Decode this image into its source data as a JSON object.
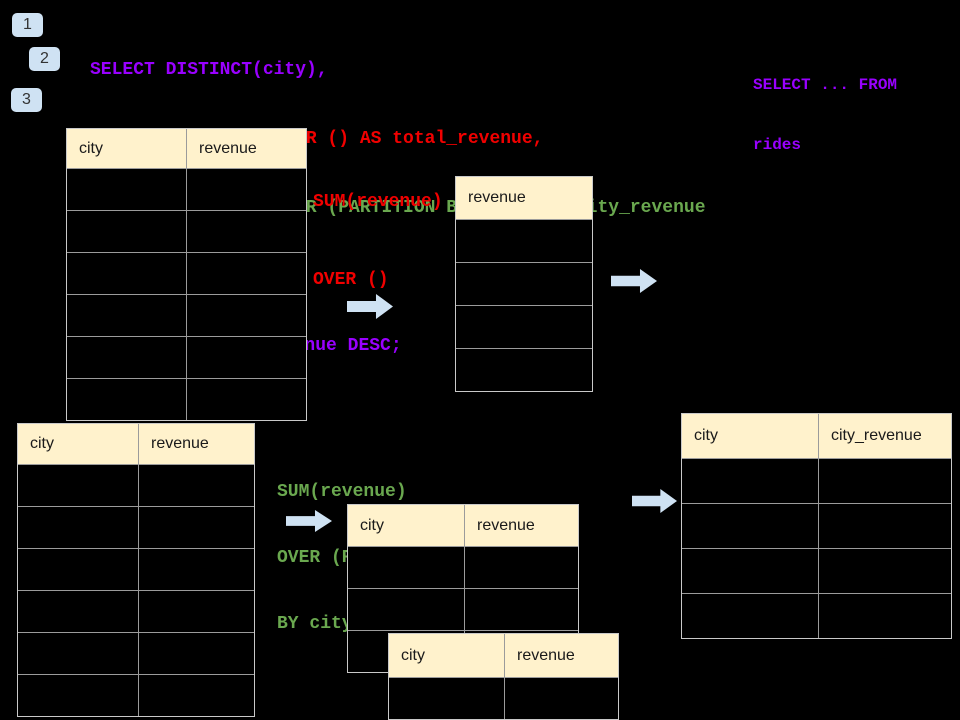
{
  "colors": {
    "background": "#000000",
    "purple": "#9900ff",
    "red": "#f10000",
    "green": "#6aa84f",
    "arrow": "#cfe2f3",
    "badge_bg": "#cfe2f3",
    "badge_text": "#333333",
    "table_header_bg": "#fff2cc",
    "table_border": "#9b9b9b"
  },
  "badges": [
    {
      "label": "1"
    },
    {
      "label": "2"
    },
    {
      "label": "3"
    }
  ],
  "sql": {
    "lines": [
      {
        "text": "SELECT DISTINCT(city),",
        "color": "purple"
      },
      {
        "text": "SUM(revenue) OVER () AS total_revenue,",
        "color": "red"
      },
      {
        "text": "SUM(revenue) OVER (PARTITION BY city) as city_revenue",
        "color": "green"
      },
      {
        "text": "FROM rides",
        "color": "purple"
      },
      {
        "text": "ORDER by city_revenue DESC;",
        "color": "purple"
      }
    ]
  },
  "side_note": {
    "line1": "SELECT ... FROM",
    "line2": "rides",
    "color": "purple"
  },
  "annotations": {
    "total_revenue": {
      "line1": "SUM(revenue)",
      "line2": "OVER ()",
      "color": "red"
    },
    "city_revenue": {
      "line1": "SUM(revenue)",
      "line2": "OVER (PARTITION",
      "line3": "BY city)",
      "color": "green"
    }
  },
  "tables": {
    "source_top": {
      "headers": [
        "city",
        "revenue"
      ],
      "body_rows": 6
    },
    "total_result": {
      "headers": [
        "revenue"
      ],
      "body_rows": 4
    },
    "source_bottom": {
      "headers": [
        "city",
        "revenue"
      ],
      "body_rows": 6
    },
    "partition_mid": {
      "headers": [
        "city",
        "revenue"
      ],
      "body_rows": 3
    },
    "partition_overlap": {
      "headers": [
        "city",
        "revenue"
      ],
      "body_rows": 1
    },
    "city_revenue_result": {
      "headers": [
        "city",
        "city_revenue"
      ],
      "body_rows": 4
    }
  }
}
